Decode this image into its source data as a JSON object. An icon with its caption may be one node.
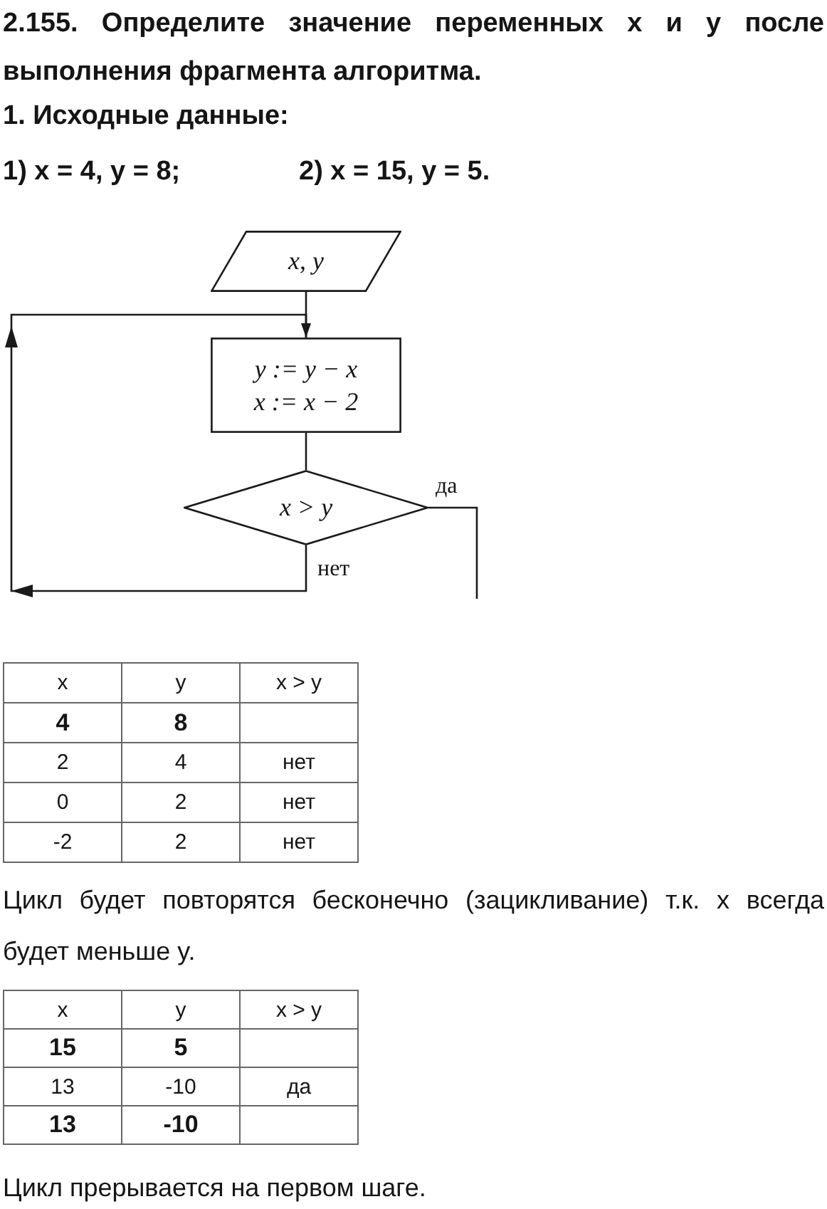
{
  "diagram": {
    "title": "2.155. Определите значение переменных x и y после выполнения фрагмента алгоритма.",
    "nodes": [
      {
        "text": [
          "x, y"
        ]
      },
      {
        "text": [
          "y := y − x",
          "x := x − 2"
        ]
      },
      {
        "text": [
          "x > y"
        ]
      }
    ],
    "edges": [
      {
        "from": 0,
        "to": 1,
        "arrow": "none"
      },
      {
        "from": 1,
        "to": 2,
        "arrow": "none"
      },
      {
        "from": 2,
        "to": 1,
        "arrow": "to",
        "label": "нет"
      },
      {
        "from": 2,
        "to": null,
        "arrow": "none",
        "label": "да"
      }
    ],
    "labels": [
      "1. Исходные данные:",
      "1) x = 4, y = 8;",
      "2) x = 15, y = 5.",
      "x",
      "y",
      "x > y",
      "4",
      "8",
      "2",
      "4",
      "нет",
      "0",
      "2",
      "нет",
      "-2",
      "2",
      "нет",
      "Цикл будет повторятся бесконечно (зацикливание) т.к. x всегда будет меньше y.",
      "x",
      "y",
      "x > y",
      "15",
      "5",
      "13",
      "-10",
      "да",
      "13",
      "-10",
      "Цикл прерывается на первом шаге."
    ]
  }
}
